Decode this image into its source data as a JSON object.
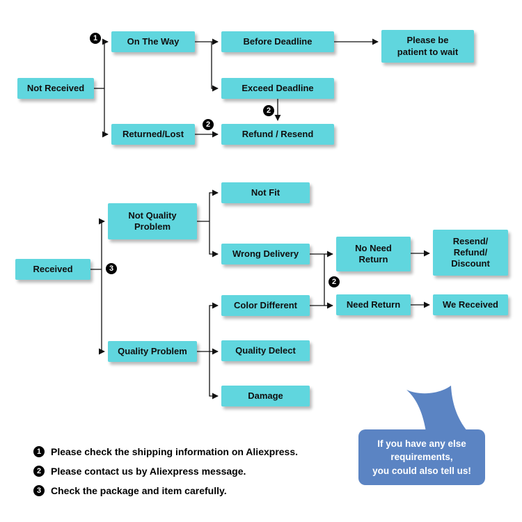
{
  "flowchart": {
    "nodes": {
      "not_received": "Not Received",
      "on_the_way": "On The Way",
      "before_deadline": "Before Deadline",
      "patient": "Please be\npatient to wait",
      "exceed_deadline": "Exceed Deadline",
      "returned_lost": "Returned/Lost",
      "refund_resend": "Refund / Resend",
      "received": "Received",
      "not_quality_problem": "Not Quality\nProblem",
      "not_fit": "Not Fit",
      "wrong_delivery": "Wrong Delivery",
      "quality_problem": "Quality Problem",
      "color_different": "Color Different",
      "quality_delect": "Quality Delect",
      "damage": "Damage",
      "no_need_return": "No Need\nReturn",
      "need_return": "Need Return",
      "resend_refund_discount": "Resend/\nRefund/\nDiscount",
      "we_received": "We Received"
    },
    "step_markers": {
      "one": "1",
      "two": "2",
      "three": "3"
    },
    "legend": [
      {
        "num": "1",
        "text": "Please check the shipping information on Aliexpress."
      },
      {
        "num": "2",
        "text": "Please contact us by Aliexpress message."
      },
      {
        "num": "3",
        "text": "Check the package and item carefully."
      }
    ],
    "callout": "If you have any else\nrequirements,\nyou could also tell us!",
    "colors": {
      "node_fill": "#60d6de",
      "callout_fill": "#5b84c3",
      "connector": "#111111",
      "text": "#101010",
      "callout_text": "#ffffff"
    }
  }
}
